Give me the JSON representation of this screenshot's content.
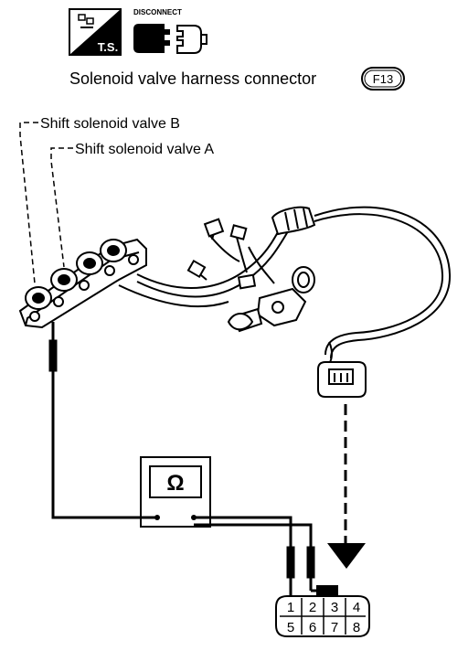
{
  "header": {
    "ts_label": "T.S.",
    "disconnect_label": "DISCONNECT",
    "title": "Solenoid valve harness connector",
    "connector_code": "F13"
  },
  "labels": {
    "valve_b": "Shift solenoid valve B",
    "valve_a": "Shift solenoid valve A"
  },
  "meter": {
    "symbol": "Ω"
  },
  "connector": {
    "pins_top": [
      "1",
      "2",
      "3",
      "4"
    ],
    "pins_bottom": [
      "5",
      "6",
      "7",
      "8"
    ]
  }
}
